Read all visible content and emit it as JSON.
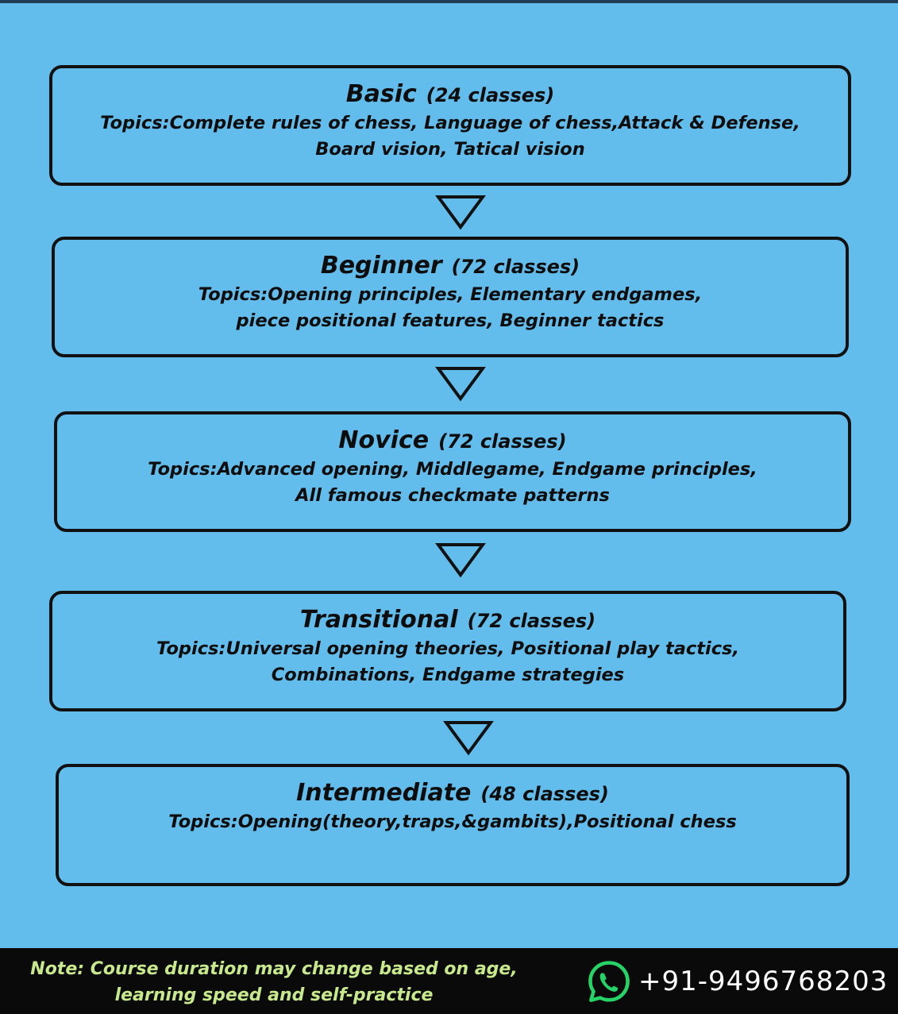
{
  "levels": [
    {
      "name": "Basic",
      "classes": "(24 classes)",
      "topics": "Topics:Complete rules of chess, Language of chess,Attack & Defense,\nBoard vision, Tatical vision"
    },
    {
      "name": "Beginner",
      "classes": "(72 classes)",
      "topics": "Topics:Opening principles, Elementary endgames,\npiece positional features, Beginner tactics"
    },
    {
      "name": "Novice",
      "classes": "(72 classes)",
      "topics": "Topics:Advanced opening, Middlegame, Endgame principles,\nAll famous checkmate patterns"
    },
    {
      "name": "Transitional",
      "classes": "(72 classes)",
      "topics": "Topics:Universal opening theories, Positional play tactics,\nCombinations, Endgame strategies"
    },
    {
      "name": "Intermediate",
      "classes": "(48 classes)",
      "topics": "Topics:Opening(theory,traps,&gambits),Positional chess"
    }
  ],
  "footer": {
    "note": "Note: Course duration may change based on age,\nlearning speed and self-practice",
    "phone": "+91-9496768203"
  },
  "icons": {
    "arrow": "chevron-down-outline-icon",
    "contact": "whatsapp-icon"
  },
  "colors": {
    "background": "#63bdec",
    "border": "#111111",
    "footer_bg": "#0a0a0a",
    "note_text": "#c7e98c",
    "phone_text": "#ffffff",
    "whatsapp": "#25d366"
  }
}
